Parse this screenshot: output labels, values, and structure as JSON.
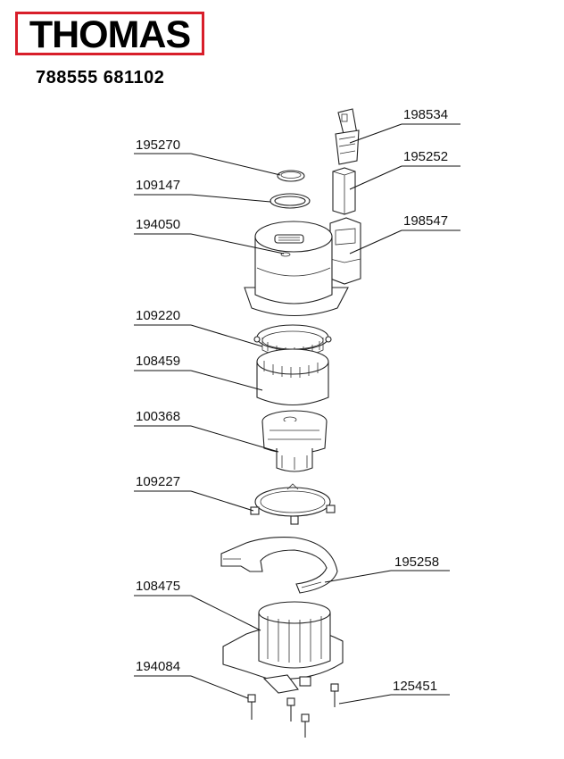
{
  "brand": {
    "logo_text": "THOMAS",
    "logo_color": "#d81e2a"
  },
  "model_numbers": "788555 681102",
  "part_numbers": [
    "198534",
    "195270",
    "195252",
    "109147",
    "194050",
    "198547",
    "109220",
    "108459",
    "100368",
    "109227",
    "195258",
    "108475",
    "194084",
    "125451"
  ]
}
